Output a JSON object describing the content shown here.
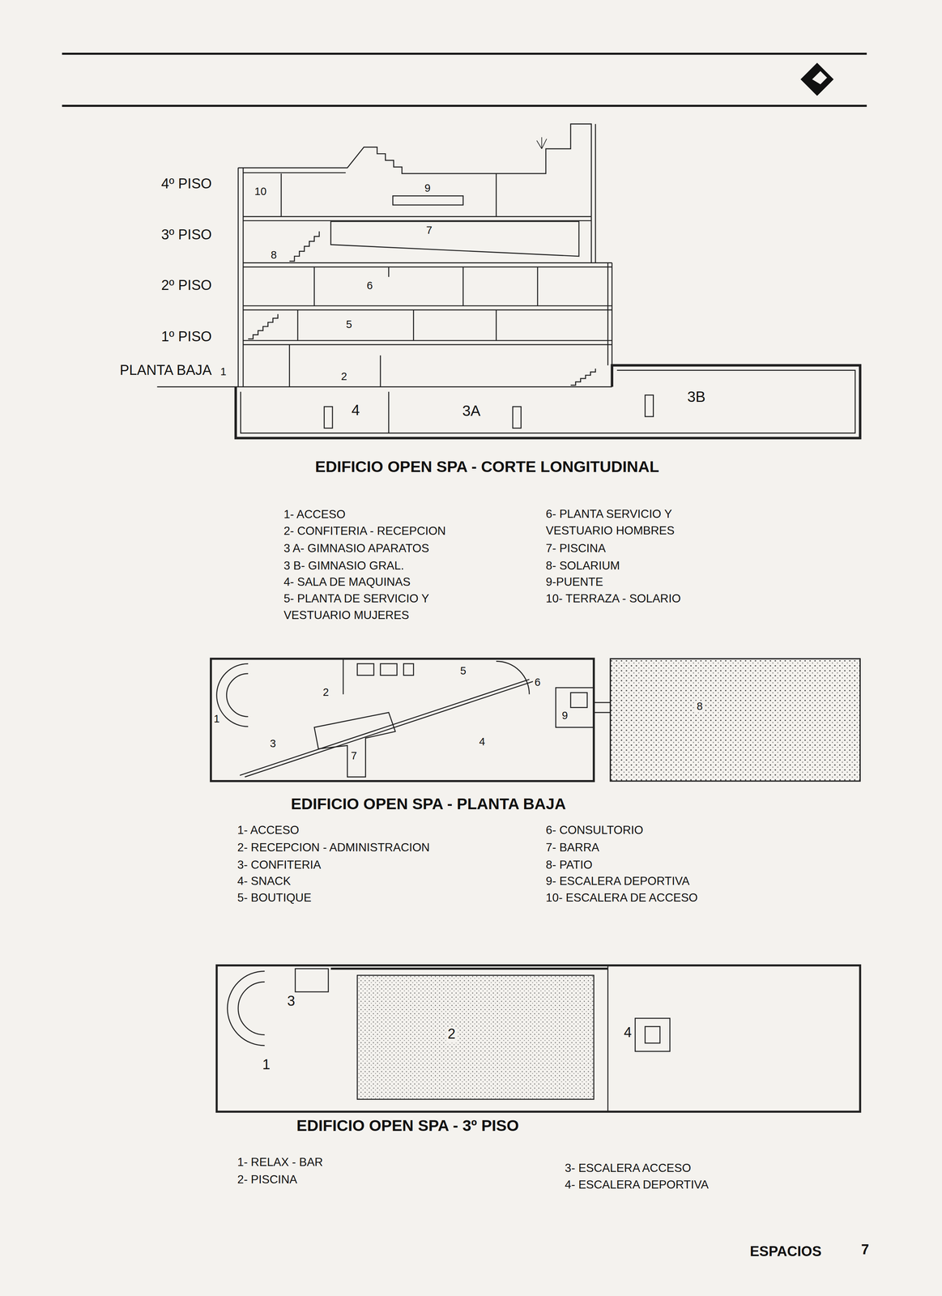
{
  "diagram": {
    "labels": [
      "4º PISO",
      "3º PISO",
      "2º PISO",
      "1º PISO",
      "PLANTA BAJA",
      "1",
      "10",
      "9",
      "7",
      "8",
      "6",
      "5",
      "2",
      "4",
      "3A",
      "3B",
      "EDIFICIO OPEN SPA - CORTE LONGITUDINAL",
      "1- ACCESO",
      "2- CONFITERIA - RECEPCION",
      "3 A- GIMNASIO APARATOS",
      "3 B- GIMNASIO GRAL.",
      "4- SALA DE MAQUINAS",
      "5- PLANTA DE SERVICIO Y VESTUARIO MUJERES",
      "6- PLANTA SERVICIO Y VESTUARIO HOMBRES",
      "7- PISCINA",
      "8- SOLARIUM",
      "9-PUENTE",
      "10- TERRAZA - SOLARIO",
      "1",
      "2",
      "5",
      "6",
      "3",
      "7",
      "4",
      "9",
      "8",
      "EDIFICIO OPEN SPA - PLANTA BAJA",
      "1- ACCESO",
      "2- RECEPCION - ADMINISTRACION",
      "3- CONFITERIA",
      "4- SNACK",
      "5- BOUTIQUE",
      "6- CONSULTORIO",
      "7- BARRA",
      "8- PATIO",
      "9- ESCALERA DEPORTIVA",
      "10- ESCALERA DE ACCESO",
      "1",
      "2",
      "3",
      "4",
      "EDIFICIO OPEN SPA - 3º PISO",
      "1- RELAX - BAR",
      "2- PISCINA",
      "3- ESCALERA ACCESO",
      "4- ESCALERA DEPORTIVA",
      "ESPACIOS",
      "7"
    ]
  }
}
